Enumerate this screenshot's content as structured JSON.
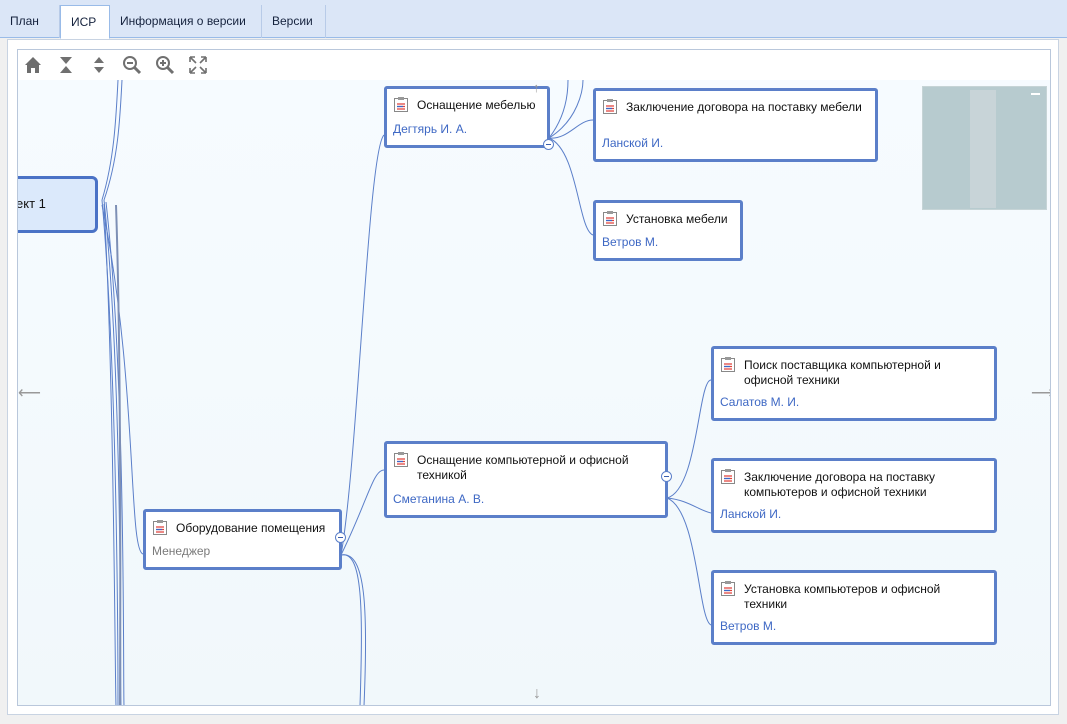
{
  "tabs": [
    {
      "label": "План",
      "active": false
    },
    {
      "label": "ИСР",
      "active": true
    },
    {
      "label": "Информация о версии",
      "active": false
    },
    {
      "label": "Версии",
      "active": false
    }
  ],
  "toolbar": {
    "icons": [
      "home-icon",
      "collapse-all-icon",
      "expand-all-icon",
      "zoom-out-icon",
      "zoom-in-icon",
      "fit-screen-icon"
    ]
  },
  "root": {
    "label": "ект 1"
  },
  "nodes": {
    "furniture": {
      "title": "Оснащение мебелью",
      "person": "Дегтярь И. А."
    },
    "furniture_contract": {
      "title": "Заключение договора на поставку мебели",
      "person": "Ланской И."
    },
    "furniture_install": {
      "title": "Установка мебели",
      "person": "Ветров М."
    },
    "equipment": {
      "title": "Оборудование помещения",
      "person": "Менеджер"
    },
    "computers": {
      "title": "Оснащение компьютерной и офисной техникой",
      "person": "Сметанина А. В."
    },
    "computers_supplier": {
      "title": "Поиск поставщика компьютерной и офисной техники",
      "person": "Салатов М. И."
    },
    "computers_contract": {
      "title": "Заключение договора на поставку компьютеров и офисной техники",
      "person": "Ланской И."
    },
    "computers_install": {
      "title": "Установка компьютеров и офисной техники",
      "person": "Ветров М."
    }
  },
  "colors": {
    "node_border": "#5b7fc9",
    "link": "#3e68c4",
    "tabbar": "#dbe6f7"
  }
}
